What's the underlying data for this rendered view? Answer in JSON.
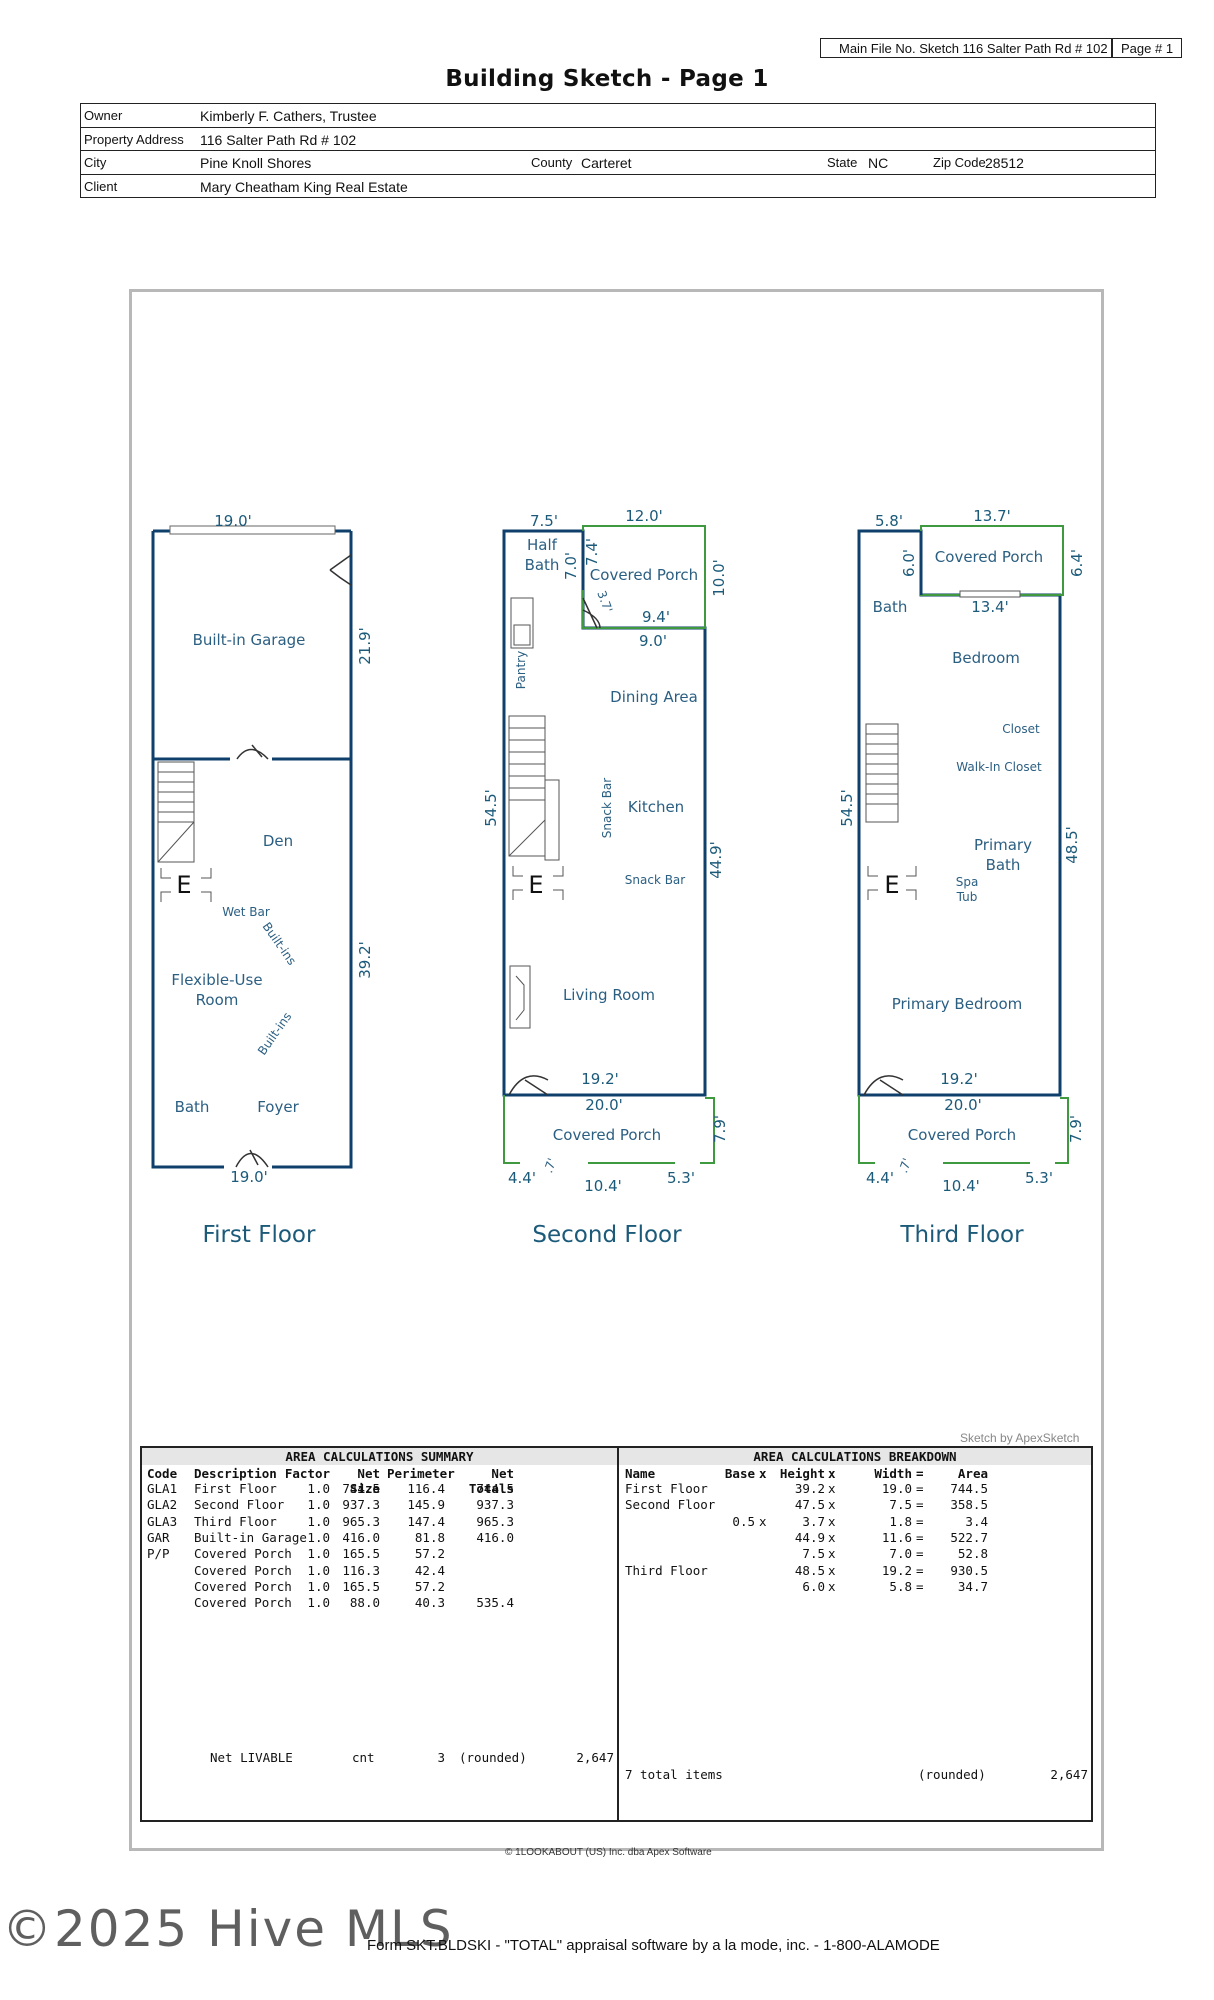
{
  "header": {
    "main_file": "Main File No. Sketch 116 Salter Path Rd # 102",
    "page_no": "Page # 1",
    "title": "Building Sketch - Page 1"
  },
  "info": {
    "owner_label": "Owner",
    "owner": "Kimberly F. Cathers, Trustee",
    "address_label": "Property Address",
    "address": "116 Salter Path Rd # 102",
    "city_label": "City",
    "city": "Pine Knoll Shores",
    "county_label": "County",
    "county": "Carteret",
    "state_label": "State",
    "state": "NC",
    "zip_label": "Zip Code",
    "zip": "28512",
    "client_label": "Client",
    "client": "Mary Cheatham King Real Estate"
  },
  "sketch": {
    "first": {
      "title": "First Floor",
      "dims": [
        "19.0'",
        "21.9'",
        "39.2'",
        "19.0'"
      ],
      "rooms": [
        "Built-in Garage",
        "Den",
        "Wet Bar",
        "Built-ins",
        "Flexible-Use",
        "Room",
        "Built-ins",
        "Bath",
        "Foyer",
        "E"
      ]
    },
    "second": {
      "title": "Second Floor",
      "dims": [
        "7.5'",
        "12.0'",
        "7.0'",
        "7.4'",
        "10.0'",
        "3.7'",
        "9.4'",
        "9.0'",
        "54.5'",
        "44.9'",
        "19.2'",
        "20.0'",
        "7.9'",
        ".7'",
        "4.4'",
        "10.4'",
        "5.3'"
      ],
      "rooms": [
        "Half",
        "Bath",
        "Covered Porch",
        "Pantry",
        "Dining Area",
        "Snack Bar",
        "Kitchen",
        "Snack Bar",
        "E",
        "Living Room",
        "Covered Porch"
      ]
    },
    "third": {
      "title": "Third Floor",
      "dims": [
        "5.8'",
        "13.7'",
        "6.0'",
        "6.4'",
        "13.4'",
        "54.5'",
        "48.5'",
        "19.2'",
        "20.0'",
        "7.9'",
        ".7'",
        "4.4'",
        "10.4'",
        "5.3'"
      ],
      "rooms": [
        "Covered Porch",
        "Bath",
        "Bedroom",
        "Closet",
        "Walk-In Closet",
        "Primary",
        "Bath",
        "Spa",
        "Tub",
        "E",
        "Primary Bedroom",
        "Covered Porch"
      ]
    }
  },
  "sketch_by": "Sketch by ApexSketch",
  "summary": {
    "title": "AREA CALCULATIONS SUMMARY",
    "columns": [
      "Code",
      "Description",
      "Factor",
      "Net Size",
      "Perimeter",
      "Net Totals"
    ],
    "rows": [
      [
        "GLA1",
        "First Floor",
        "1.0",
        "744.5",
        "116.4",
        "744.5"
      ],
      [
        "GLA2",
        "Second Floor",
        "1.0",
        "937.3",
        "145.9",
        "937.3"
      ],
      [
        "GLA3",
        "Third Floor",
        "1.0",
        "965.3",
        "147.4",
        "965.3"
      ],
      [
        "GAR",
        "Built-in Garage",
        "1.0",
        "416.0",
        "81.8",
        "416.0"
      ],
      [
        "P/P",
        "Covered Porch",
        "1.0",
        "165.5",
        "57.2",
        ""
      ],
      [
        "",
        "Covered Porch",
        "1.0",
        "116.3",
        "42.4",
        ""
      ],
      [
        "",
        "Covered Porch",
        "1.0",
        "165.5",
        "57.2",
        ""
      ],
      [
        "",
        "Covered Porch",
        "1.0",
        "88.0",
        "40.3",
        "535.4"
      ]
    ],
    "net_label": "Net LIVABLE",
    "net_cnt": "cnt",
    "net_count": "3",
    "net_rounded": "(rounded)",
    "net_total": "2,647"
  },
  "breakdown": {
    "title": "AREA CALCULATIONS BREAKDOWN",
    "columns": [
      "Name",
      "Base",
      "x",
      "Height",
      "x",
      "Width",
      "=",
      "Area"
    ],
    "rows": [
      [
        "First Floor",
        "",
        "",
        "39.2",
        "x",
        "19.0",
        "=",
        "744.5"
      ],
      [
        "Second Floor",
        "",
        "",
        "47.5",
        "x",
        "7.5",
        "=",
        "358.5"
      ],
      [
        "",
        "0.5",
        "x",
        "3.7",
        "x",
        "1.8",
        "=",
        "3.4"
      ],
      [
        "",
        "",
        "",
        "44.9",
        "x",
        "11.6",
        "=",
        "522.7"
      ],
      [
        "",
        "",
        "",
        "7.5",
        "x",
        "7.0",
        "=",
        "52.8"
      ],
      [
        "Third Floor",
        "",
        "",
        "48.5",
        "x",
        "19.2",
        "=",
        "930.5"
      ],
      [
        "",
        "",
        "",
        "6.0",
        "x",
        "5.8",
        "=",
        "34.7"
      ]
    ],
    "total_label": "7 total items",
    "total_rounded": "(rounded)",
    "total": "2,647"
  },
  "copyright": "© 1LOOKABOUT (US) Inc. dba Apex Software",
  "watermark": "©2025 Hive MLS",
  "footer": "Form SKT.BLDSKI - \"TOTAL\" appraisal software by a la mode, inc. - 1-800-ALAMODE",
  "colors": {
    "wall": "#0f3f6b",
    "porch": "#3f9a3f",
    "text": "#2b5f82"
  }
}
